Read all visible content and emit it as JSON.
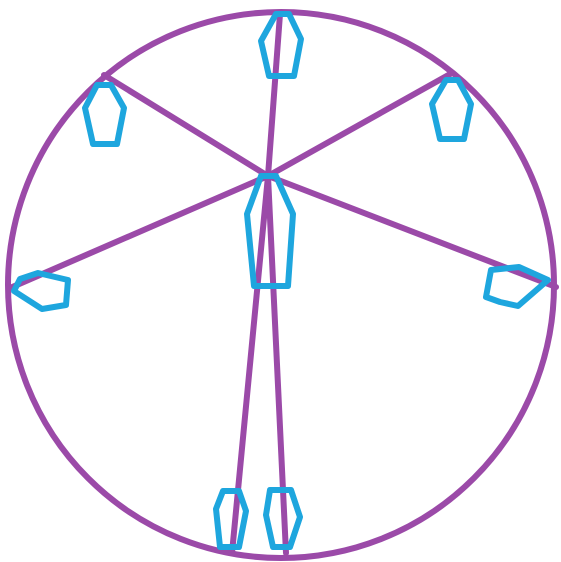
{
  "colors": {
    "wheel": "#9b4aa8",
    "cabin": "#1ea6de",
    "background": "#ffffff"
  },
  "icons": {
    "wheel": "ferris-wheel-rim",
    "cabin": "gondola-cabin-icon"
  },
  "counts": {
    "cabins_on_rim": 7,
    "support_legs": 2
  }
}
